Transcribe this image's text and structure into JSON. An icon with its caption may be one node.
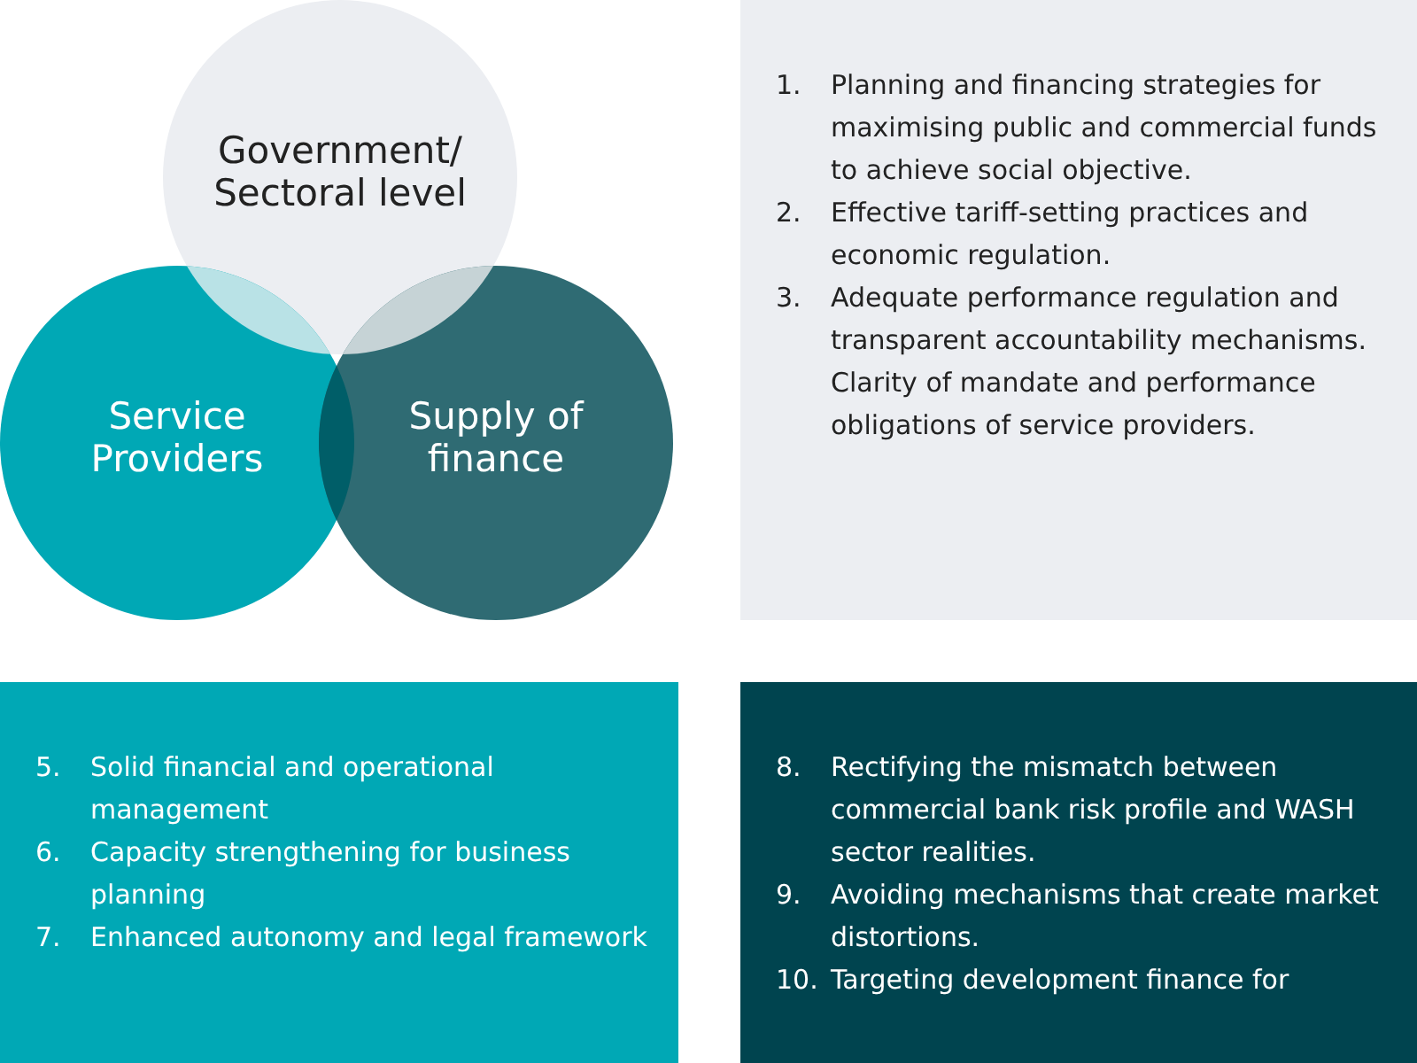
{
  "diagram": {
    "nodes": [
      {
        "text": [
          "Government/ Sectoral level"
        ]
      },
      {
        "text": [
          "Service Providers"
        ]
      },
      {
        "text": [
          "Supply of finance"
        ]
      },
      {
        "text": [
          "1. Planning and financing strategies for maximising public and commercial funds to achieve social objective.",
          "2. Effective tariff-setting practices and economic regulation.",
          "3. Adequate performance regulation and transparent accountability mechanisms. Clarity of mandate and performance obligations of service providers."
        ]
      },
      {
        "text": [
          "5. Solid financial and operational management",
          "6. Capacity strengthening for business planning",
          "7. Enhanced autonomy and legal framework"
        ]
      },
      {
        "text": [
          "8. Rectifying the mismatch between commercial bank risk profile and WASH sector realities.",
          "9. Avoiding mechanisms that create market distortions.",
          "10. Targeting development finance for"
        ]
      }
    ],
    "edges": []
  }
}
